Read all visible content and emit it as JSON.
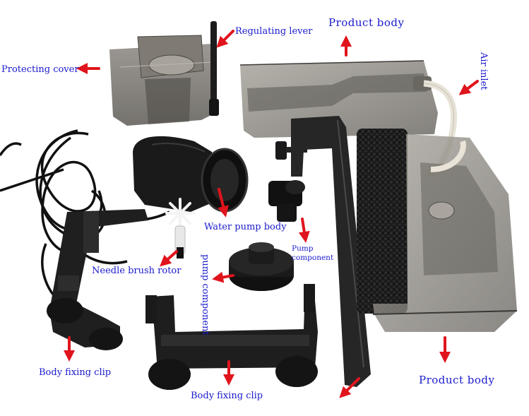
{
  "labels": {
    "regulating_lever": "Regulating lever",
    "product_body_top": "Product body",
    "protecting_cover": "Protecting cover",
    "air_inlet": "Air inlet",
    "water_pump_body": "Water pump body",
    "pump_component_right_line1": "Pump",
    "pump_component_right_line2": "component",
    "needle_brush_rotor": "Needle brush rotor",
    "pump_component_center": "pump component",
    "body_fixing_clip_left": "Body fixing clip",
    "body_fixing_clip_bottom": "Body fixing clip",
    "product_body_bottom": "Product body"
  },
  "colors": {
    "label_text": "#1a1acc",
    "arrow": "#e0141c",
    "background": "#ffffff"
  }
}
